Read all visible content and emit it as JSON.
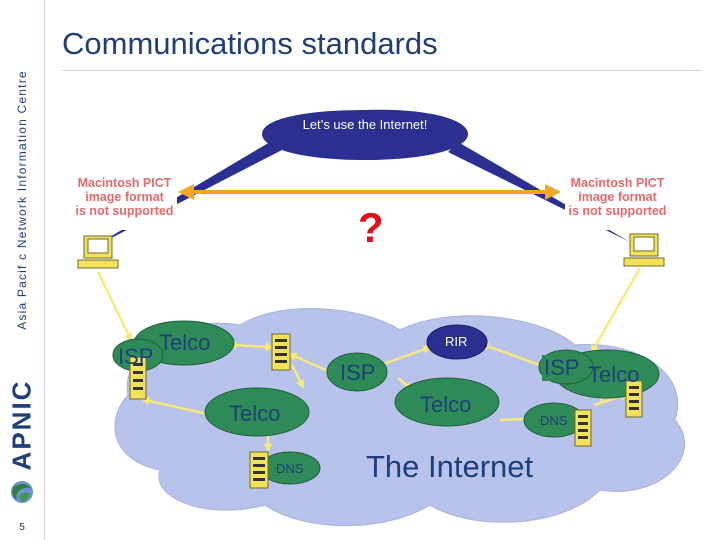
{
  "slide": {
    "title": "Communications standards",
    "page_number": "5",
    "sidebar_text": "Asia Pacif c Network Information Centre",
    "sidebar_logo": "APNIC"
  },
  "diagram": {
    "bubble_text": "Let’s use the Internet!",
    "question_mark": "?",
    "pict_placeholder": {
      "line1": "Macintosh PICT",
      "line2": "image format",
      "line3": "is not supported"
    },
    "nodes": {
      "isp_left": "ISP",
      "telco_left": "Telco",
      "rir": "RIR",
      "isp_center": "ISP",
      "isp_right": "ISP",
      "telco_right": "Telco",
      "telco_center": "Telco",
      "telco_bottom": "Telco",
      "dns_right": "DNS",
      "dns_bottom": "DNS",
      "internet": "The Internet"
    }
  },
  "colors": {
    "title": "#1f3f7a",
    "bubble": "#2b2f8f",
    "cloud": "#b8c3ec",
    "node_green": "#2e8b57",
    "arrow": "#f5a623",
    "line_yellow": "#f7e97a",
    "question": "#e0101a",
    "pict_text": "#e26a6a"
  }
}
